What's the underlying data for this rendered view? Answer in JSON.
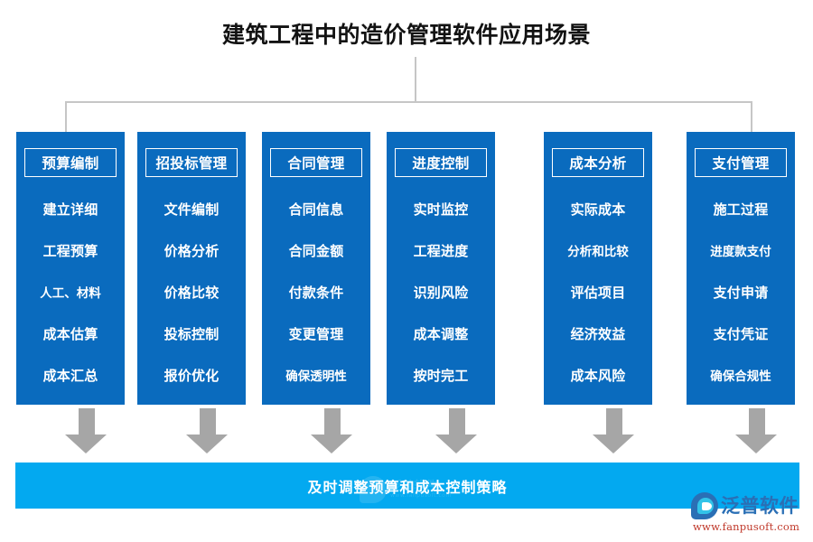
{
  "title": "建筑工程中的造价管理软件应用场景",
  "colors": {
    "column_blue": "#0A6BBE",
    "banner_blue": "#03A9F0",
    "arrow_gray": "#a6a6a6",
    "connector_gray": "#c6c6c6",
    "title_text": "#121212",
    "logo_blue": "#2a6fb5",
    "logo_url_red": "#c0392b"
  },
  "columns": [
    {
      "header": "预算编制",
      "items": [
        "建立详细",
        "工程预算",
        "人工、材料",
        "成本估算",
        "成本汇总"
      ]
    },
    {
      "header": "招投标管理",
      "items": [
        "文件编制",
        "价格分析",
        "价格比较",
        "投标控制",
        "报价优化"
      ]
    },
    {
      "header": "合同管理",
      "items": [
        "合同信息",
        "合同金额",
        "付款条件",
        "变更管理",
        "确保透明性"
      ]
    },
    {
      "header": "进度控制",
      "items": [
        "实时监控",
        "工程进度",
        "识别风险",
        "成本调整",
        "按时完工"
      ]
    },
    {
      "header": "成本分析",
      "items": [
        "实际成本",
        "分析和比较",
        "评估项目",
        "经济效益",
        "成本风险"
      ]
    },
    {
      "header": "支付管理",
      "items": [
        "施工过程",
        "进度款支付",
        "支付申请",
        "支付凭证",
        "确保合规性"
      ]
    }
  ],
  "banner": {
    "text": "及时调整预算和成本控制策略"
  },
  "watermark": {
    "name": "泛普软件",
    "url": "www.fanpusoft.com"
  },
  "logo": {
    "name": "泛普软件",
    "url": "www.fanpusoft.com"
  }
}
